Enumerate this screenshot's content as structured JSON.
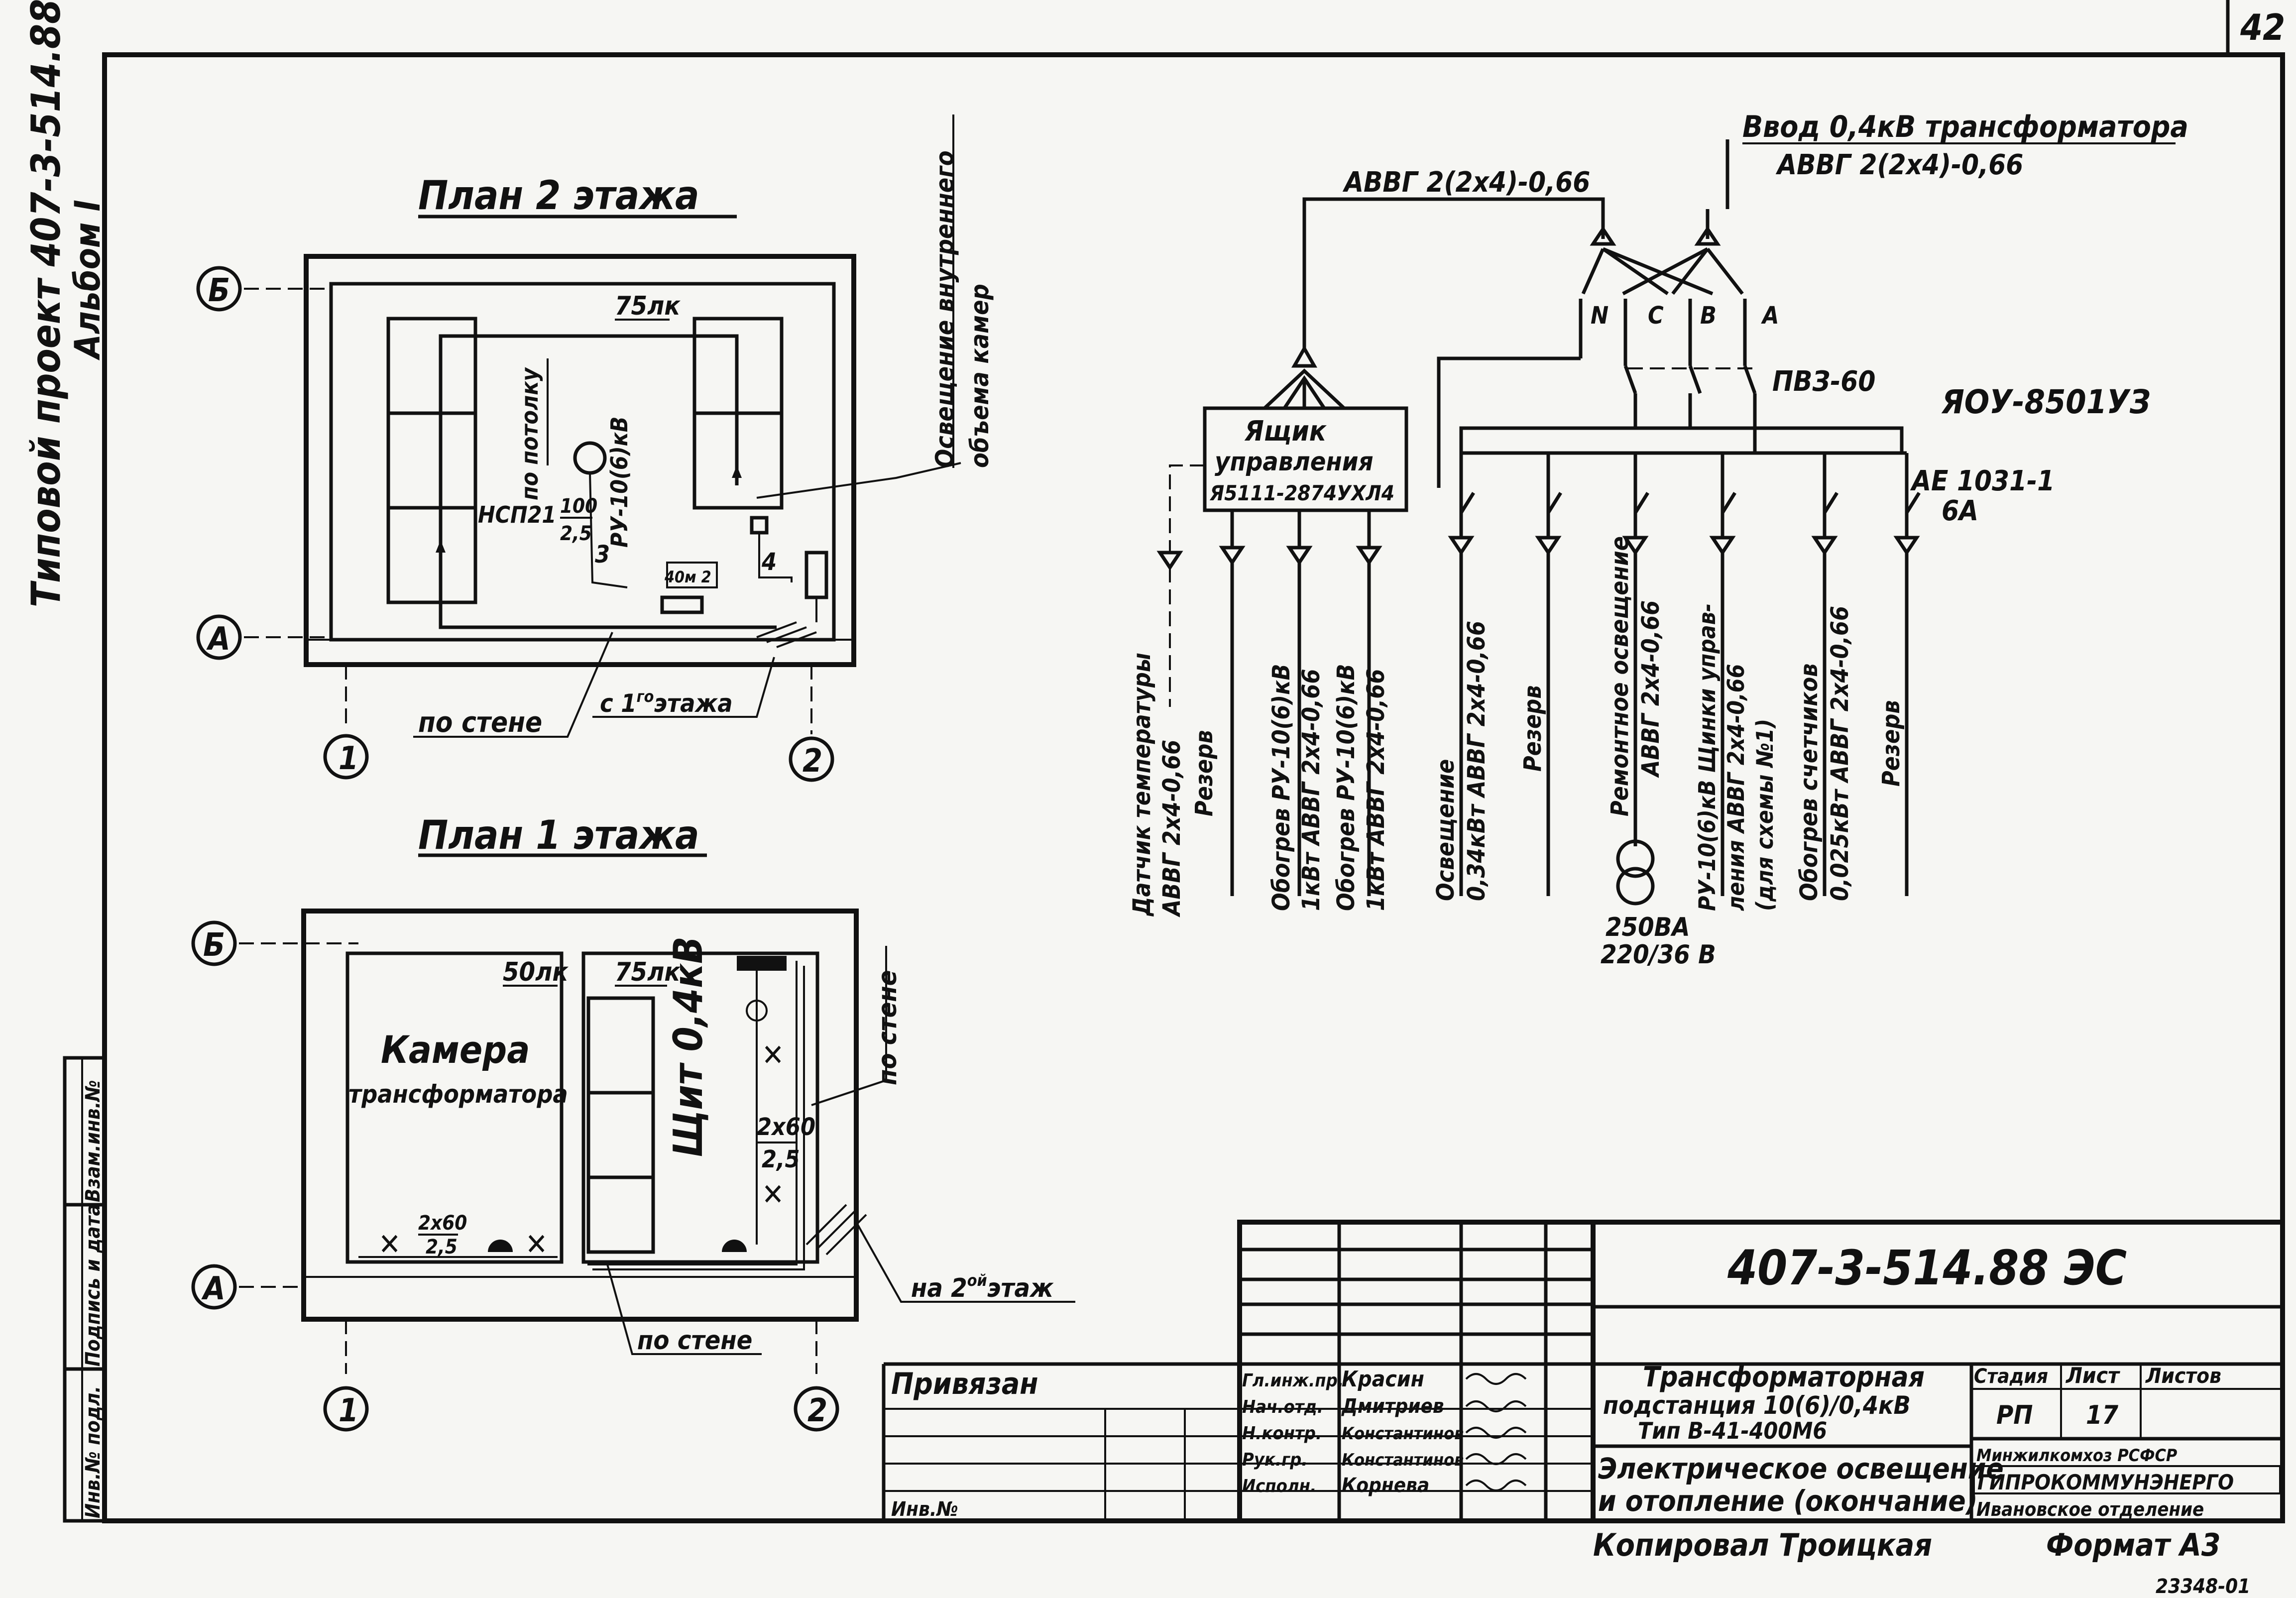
{
  "page_number": "42",
  "side_title": {
    "line1": "Типовой проект 407-3-514.88",
    "line2": "Альбом I"
  },
  "left_stamp": {
    "col1": "Инв.№ подл.",
    "col2": "Подпись и дата",
    "col3": "Взам.инв.№"
  },
  "plan2": {
    "title": "План 2 этажа",
    "axis_b": "Б",
    "axis_a": "А",
    "axis_1": "1",
    "axis_2": "2",
    "lux": "75лк",
    "po_potolku": "по потолку",
    "lamp_type": "НСП21",
    "lamp_num": "100",
    "lamp_den": "2,5",
    "ru_label": "РУ-10(6)кВ",
    "n3": "3",
    "n4": "4",
    "heater": "40м 2",
    "po_stene": "по стене",
    "s1": "с 1",
    "s1_sup": "го",
    "s1_end": "этажа",
    "callout1": "Освещение внутреннего",
    "callout2": "объема камер"
  },
  "plan1": {
    "title": "План 1 этажа",
    "axis_b": "Б",
    "axis_a": "А",
    "axis_1": "1",
    "axis_2": "2",
    "lux1": "50лк",
    "lux2": "75лк",
    "room1": "Камера",
    "room2": "трансформатора",
    "shield": "Щит 0,4кВ",
    "frac_a_num": "2х60",
    "frac_a_den": "2,5",
    "frac_b_num": "2х60",
    "frac_b_den": "2,5",
    "po_stene_right": "по стене",
    "po_stene_bottom": "по стене",
    "to_2nd": "на 2",
    "to_2nd_sup": "ой",
    "to_2nd_end": "этаж"
  },
  "schematic": {
    "input_title": "Ввод 0,4кВ трансформатора",
    "input_cable_right": "АВВГ 2(2х4)-0,66",
    "input_cable_left": "АВВГ 2(2х4)-0,66",
    "phase_n": "N",
    "phase_c": "C",
    "phase_b": "B",
    "phase_a": "A",
    "switch": "ПВЗ-60",
    "panel_type": "ЯОУ-8501УЗ",
    "breaker1": "АЕ 1031-1",
    "breaker2": "6А",
    "box_line1": "Ящик",
    "box_line2": "управления",
    "box_line3": "Я5111-2874УХЛ4",
    "transformer_rating": "250ВА",
    "transformer_voltage": "220/36 В",
    "feeders": [
      {
        "line1": "Датчик температуры",
        "line2": "АВВГ 2х4-0,66",
        "line3": "Резерв"
      },
      {
        "line1": "Обогрев РУ-10(6)кВ",
        "line2": "1кВт АВВГ 2х4-0,66"
      },
      {
        "line1": "Обогрев РУ-10(6)кВ",
        "line2": "1кВт АВВГ 2х4-0,66"
      },
      {
        "line1": "Освещение",
        "line2": "0,34кВт АВВГ 2х4-0,66"
      },
      {
        "line1": "Резерв"
      },
      {
        "line1": "Ремонтное освещение",
        "line2": "АВВГ 2х4-0,66"
      },
      {
        "line1": "РУ-10(6)кВ Щинки управ-",
        "line2": "ления АВВГ 2х4-0,66",
        "line3": "(для схемы №1)"
      },
      {
        "line1": "Обогрев счетчиков",
        "line2": "0,025кВт АВВГ 2х4-0,66"
      },
      {
        "line1": "Резерв"
      }
    ]
  },
  "title_block": {
    "doc_code": "407-3-514.88 ЭС",
    "privyazan": "Привязан",
    "inv_no": "Инв.№",
    "roles": [
      "Гл.инж.пр.",
      "Нач.отд.",
      "Н.контр.",
      "Рук.гр.",
      "Исполн."
    ],
    "names": [
      "Красин",
      "Дмитриев",
      "Константинов",
      "Константинов",
      "Корнева"
    ],
    "project_title1": "Трансформаторная",
    "project_title2": "подстанция 10(6)/0,4кВ",
    "project_title3": "Тип В-41-400М6",
    "sheet_title1": "Электрическое освещение",
    "sheet_title2": "и отопление (окончание)",
    "stage_label": "Стадия",
    "sheet_label": "Лист",
    "sheets_label": "Листов",
    "stage_value": "РП",
    "sheet_value": "17",
    "org1": "Минжилкомхоз РСФСР",
    "org2": "ГИПРОКОММУНЭНЕРГО",
    "org3": "Ивановское отделение"
  },
  "footer": {
    "copied": "Копировал Троицкая",
    "format": "Формат А3",
    "order": "23348-01"
  }
}
